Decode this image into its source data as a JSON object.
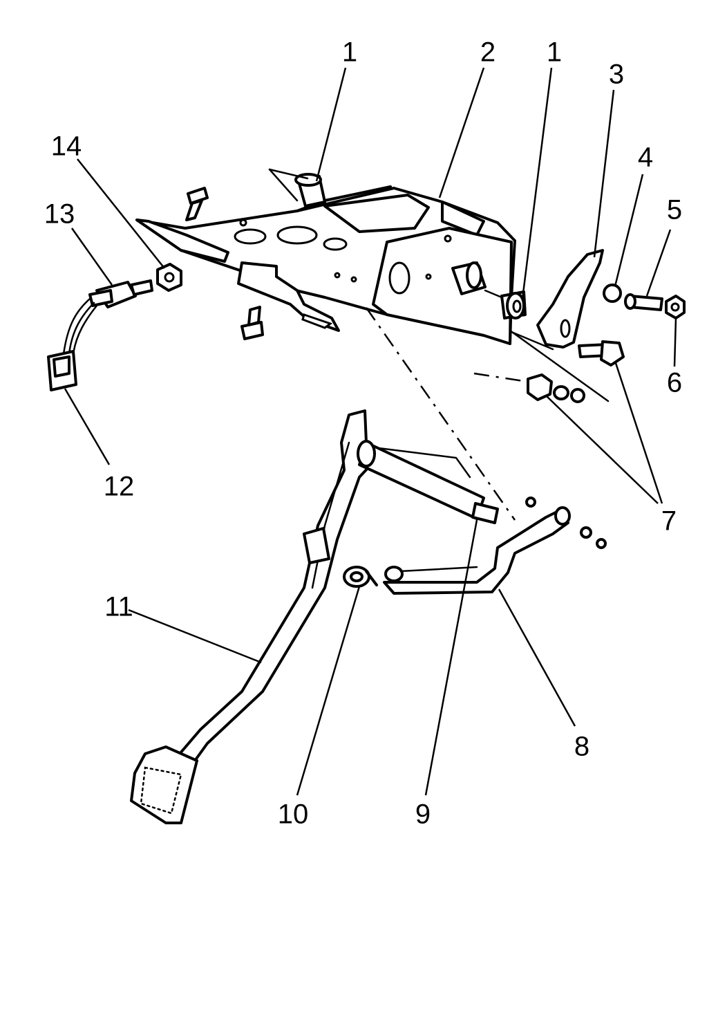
{
  "diagram": {
    "callouts": [
      {
        "id": "1a",
        "label": "1"
      },
      {
        "id": "2",
        "label": "2"
      },
      {
        "id": "1b",
        "label": "1"
      },
      {
        "id": "3",
        "label": "3"
      },
      {
        "id": "4",
        "label": "4"
      },
      {
        "id": "5",
        "label": "5"
      },
      {
        "id": "6",
        "label": "6"
      },
      {
        "id": "7",
        "label": "7"
      },
      {
        "id": "8",
        "label": "8"
      },
      {
        "id": "9",
        "label": "9"
      },
      {
        "id": "10",
        "label": "10"
      },
      {
        "id": "11",
        "label": "11"
      },
      {
        "id": "12",
        "label": "12"
      },
      {
        "id": "13",
        "label": "13"
      },
      {
        "id": "14",
        "label": "14"
      }
    ]
  }
}
